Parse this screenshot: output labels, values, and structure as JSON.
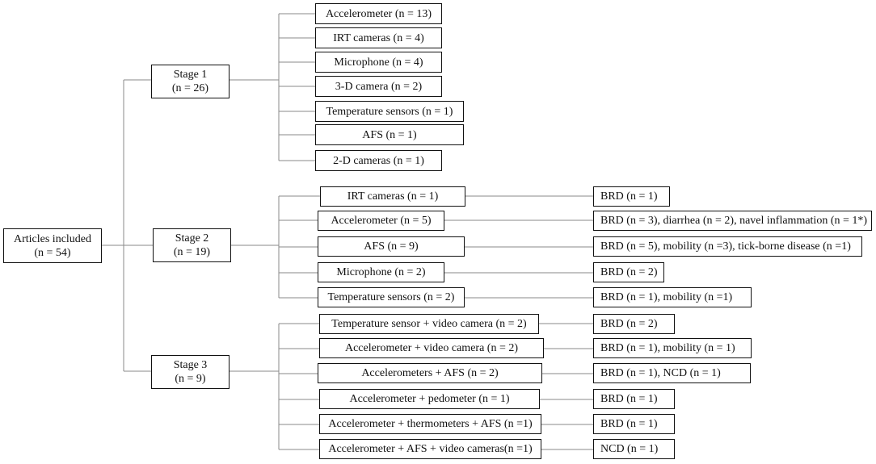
{
  "root": {
    "label": "Articles included",
    "count": "(n = 54)"
  },
  "stages": [
    {
      "label": "Stage 1",
      "count": "(n = 26)",
      "items": [
        {
          "sensor": "Accelerometer  (n = 13)"
        },
        {
          "sensor": "IRT cameras  (n = 4)"
        },
        {
          "sensor": "Microphone  (n = 4)"
        },
        {
          "sensor": "3-D camera  (n = 2)"
        },
        {
          "sensor": "Temperature sensors  (n = 1)"
        },
        {
          "sensor": "AFS  (n = 1)"
        },
        {
          "sensor": "2-D cameras  (n = 1)"
        }
      ]
    },
    {
      "label": "Stage 2",
      "count": "(n = 19)",
      "items": [
        {
          "sensor": "IRT cameras  (n = 1)",
          "outcome": "BRD  (n = 1)"
        },
        {
          "sensor": "Accelerometer  (n = 5)",
          "outcome": "BRD  (n = 3),  diarrhea  (n = 2),  navel inflammation  (n = 1*)"
        },
        {
          "sensor": "AFS  (n = 9)",
          "outcome": "BRD  (n = 5),  mobility  (n =3),  tick-borne disease  (n =1)"
        },
        {
          "sensor": "Microphone  (n = 2)",
          "outcome": "BRD  (n = 2)"
        },
        {
          "sensor": "Temperature sensors  (n = 2)",
          "outcome": "BRD  (n = 1),  mobility  (n =1)"
        }
      ]
    },
    {
      "label": "Stage 3",
      "count": "(n = 9)",
      "items": [
        {
          "sensor": "Temperature sensor  +  video camera  (n = 2)",
          "outcome": "BRD  (n = 2)"
        },
        {
          "sensor": "Accelerometer  +  video camera   (n = 2)",
          "outcome": "BRD  (n = 1),  mobility  (n = 1)"
        },
        {
          "sensor": "Accelerometers  +  AFS   (n = 2)",
          "outcome": "BRD  (n = 1),  NCD  (n = 1)"
        },
        {
          "sensor": "Accelerometer  +  pedometer    (n = 1)",
          "outcome": "BRD  (n = 1)"
        },
        {
          "sensor": "Accelerometer  +  thermometers  +  AFS  (n =1)",
          "outcome": "BRD  (n = 1)"
        },
        {
          "sensor": "Accelerometer  +  AFS  +  video cameras(n =1)",
          "outcome": "NCD  (n = 1)"
        }
      ]
    }
  ]
}
